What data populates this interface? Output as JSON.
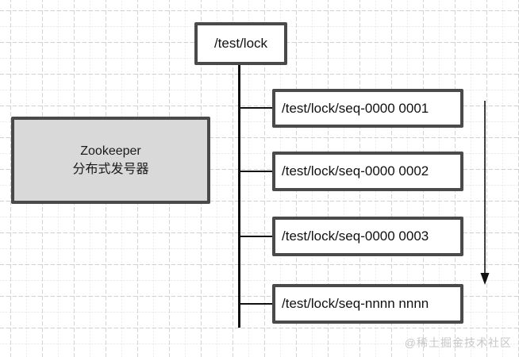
{
  "diagram": {
    "root_node": {
      "label": "/test/lock"
    },
    "zookeeper_box": {
      "line1": "Zookeeper",
      "line2": "分布式发号器"
    },
    "child_nodes": [
      {
        "label": "/test/lock/seq-0000 0001"
      },
      {
        "label": "/test/lock/seq-0000 0002"
      },
      {
        "label": "/test/lock/seq-0000 0003"
      },
      {
        "label": "/test/lock/seq-nnnn nnnn"
      }
    ],
    "watermark": "@稀土掘金技术社区",
    "colors": {
      "box_border": "#4a4a4a",
      "box_fill": "#ffffff",
      "zookeeper_fill": "#d9d9d9",
      "line": "#111111",
      "grid_minor": "#dcdcdc",
      "grid_major": "#c6c6c6",
      "watermark": "#c7c7c7"
    }
  }
}
